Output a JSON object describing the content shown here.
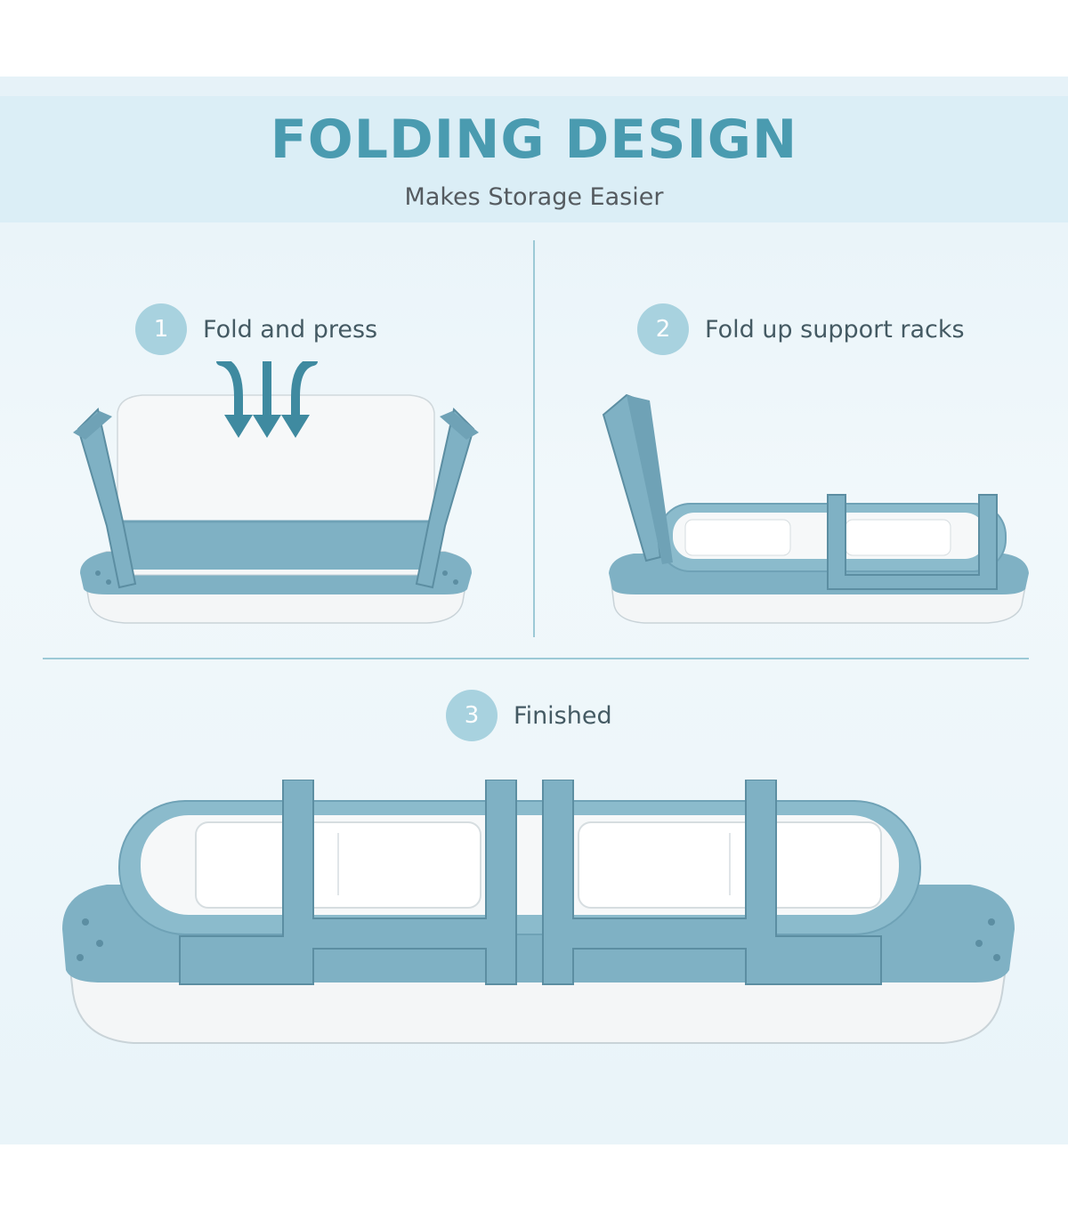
{
  "header": {
    "title": "FOLDING DESIGN",
    "subtitle": "Makes Storage Easier"
  },
  "steps": [
    {
      "number": "1",
      "label": "Fold and press"
    },
    {
      "number": "2",
      "label": "Fold up support racks"
    },
    {
      "number": "3",
      "label": "Finished"
    }
  ],
  "colors": {
    "accent": "#4a9bb0",
    "tub_blue": "#7fb1c4",
    "tub_white": "#f4f6f7",
    "badge": "#a8d2df",
    "arrow": "#3f8aa0"
  },
  "icons": [
    "press-down-arrow-icon"
  ]
}
